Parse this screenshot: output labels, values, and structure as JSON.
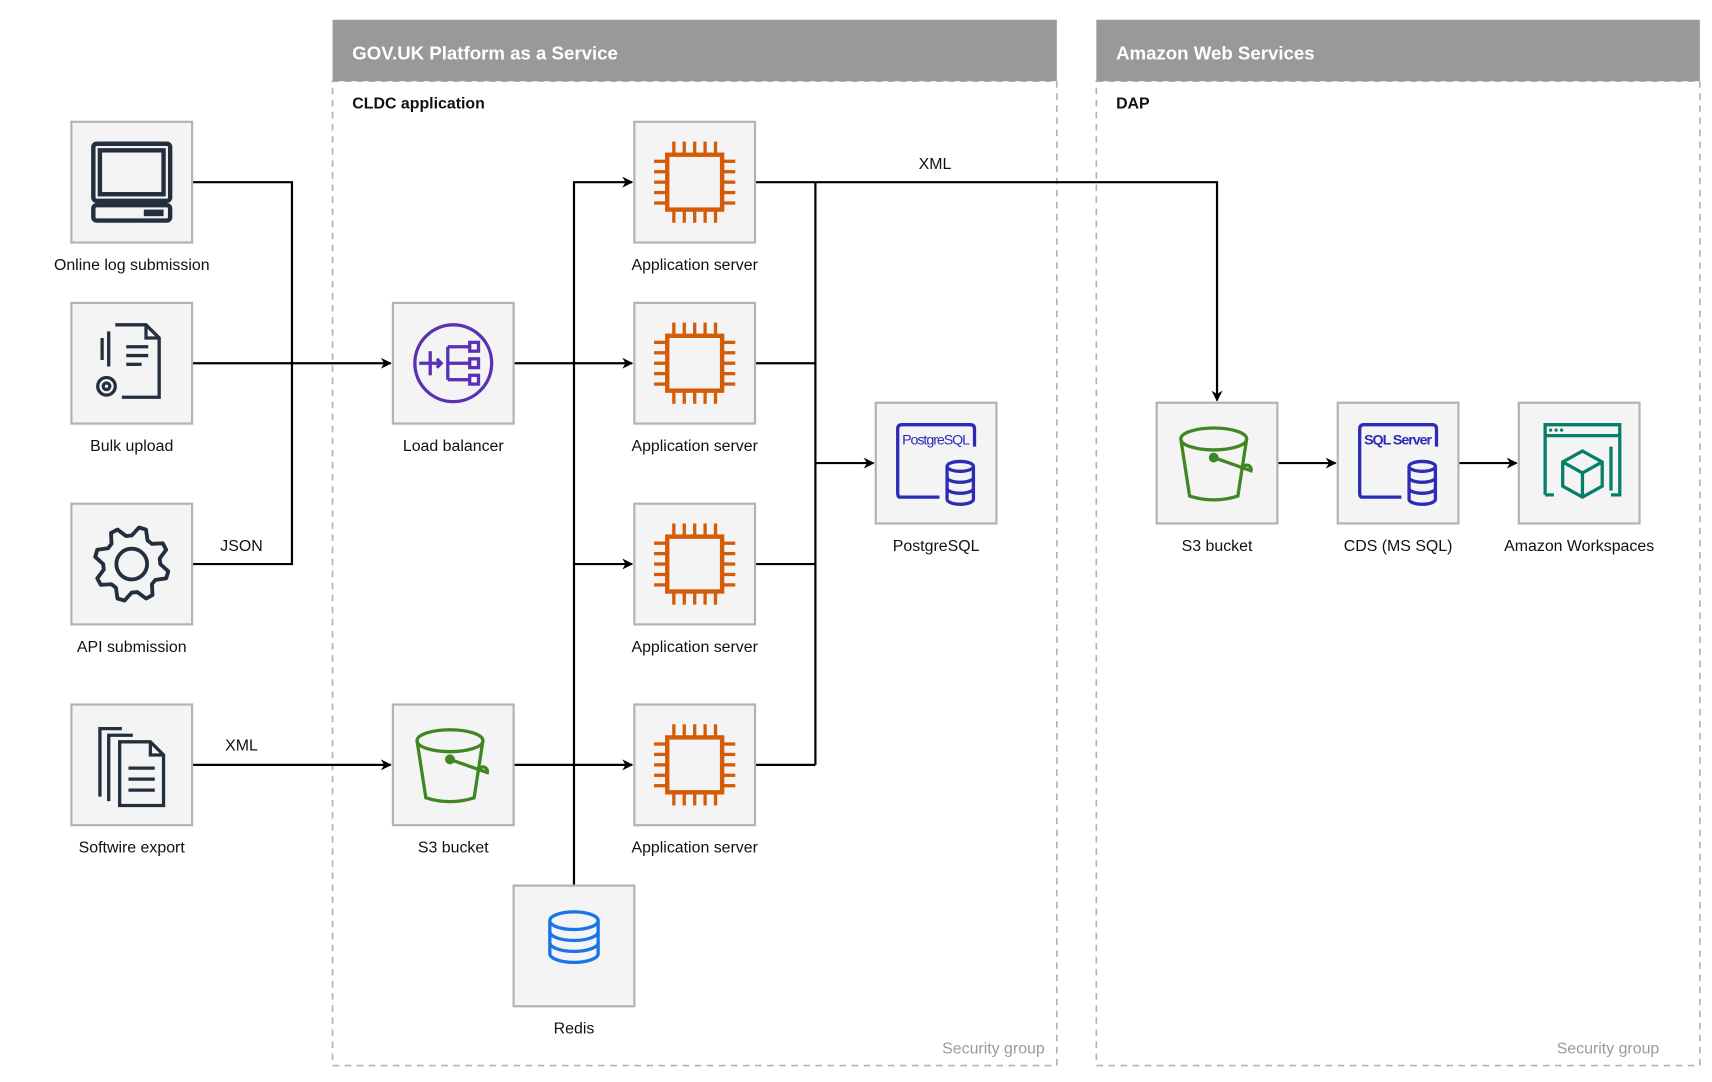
{
  "groups": {
    "paas": {
      "title": "GOV.UK Platform as a Service",
      "subtitle": "CLDC application",
      "footer": "Security group"
    },
    "aws": {
      "title": "Amazon Web Services",
      "subtitle": "DAP",
      "footer": "Security group"
    }
  },
  "nodes": {
    "online": {
      "label": "Online log submission",
      "icon": "desktop-computer-icon"
    },
    "bulk": {
      "label": "Bulk upload",
      "icon": "document-settings-icon"
    },
    "api": {
      "label": "API submission",
      "icon": "gear-icon"
    },
    "softwire": {
      "label": "Softwire export",
      "icon": "documents-icon"
    },
    "lb": {
      "label": "Load balancer",
      "icon": "load-balancer-icon"
    },
    "s3paas": {
      "label": "S3 bucket",
      "icon": "s3-bucket-icon"
    },
    "redis": {
      "label": "Redis",
      "icon": "database-icon"
    },
    "app1": {
      "label": "Application server",
      "icon": "chip-icon"
    },
    "app2": {
      "label": "Application server",
      "icon": "chip-icon"
    },
    "app3": {
      "label": "Application server",
      "icon": "chip-icon"
    },
    "app4": {
      "label": "Application server",
      "icon": "chip-icon"
    },
    "postgres": {
      "label": "PostgreSQL",
      "icon": "postgresql-icon",
      "icon_text": "PostgreSQL"
    },
    "s3aws": {
      "label": "S3 bucket",
      "icon": "s3-bucket-icon"
    },
    "cds": {
      "label": "CDS (MS SQL)",
      "icon": "sql-server-icon",
      "icon_text": "SQL Server"
    },
    "workspaces": {
      "label": "Amazon Workspaces",
      "icon": "workspaces-icon"
    }
  },
  "edge_labels": {
    "json": "JSON",
    "xml_softwire": "XML",
    "xml_dap": "XML"
  },
  "colors": {
    "header": "#999999",
    "chip": "#d45b07",
    "bucket": "#3f8624",
    "db_blue": "#2b2bb8",
    "lb": "#5a30b5",
    "redis": "#1a73e8",
    "workspaces": "#067f68",
    "dark": "#232f3e"
  }
}
